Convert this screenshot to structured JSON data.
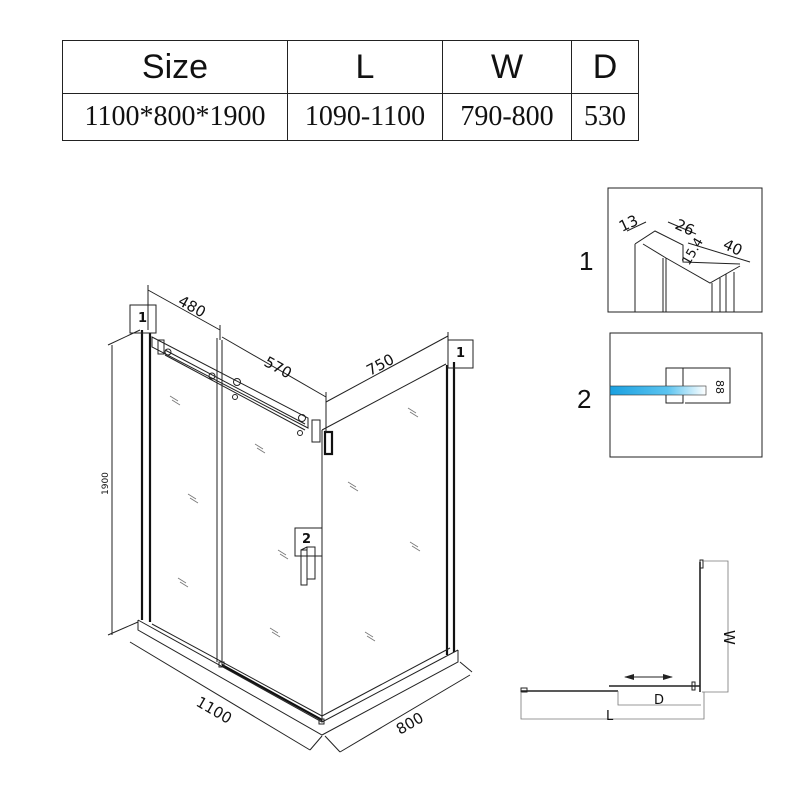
{
  "spec_table": {
    "headers": [
      "Size",
      "L",
      "W",
      "D"
    ],
    "values": [
      "1100*800*1900",
      "1090-1100",
      "790-800",
      "530"
    ]
  },
  "main_drawing": {
    "dims": {
      "top_left": "480",
      "top_mid": "570",
      "top_right": "750",
      "height": "1900",
      "length": "1100",
      "width": "800"
    },
    "callouts": {
      "post_left": "1",
      "post_right": "1",
      "handle": "2"
    }
  },
  "detail_1": {
    "label": "1",
    "dims": [
      "13",
      "26",
      "40",
      "15.4"
    ]
  },
  "detail_2": {
    "label": "2",
    "glass_color": "#1aa0e0"
  },
  "plan_view": {
    "dims": {
      "w": "W",
      "d": "D",
      "l": "L"
    }
  }
}
